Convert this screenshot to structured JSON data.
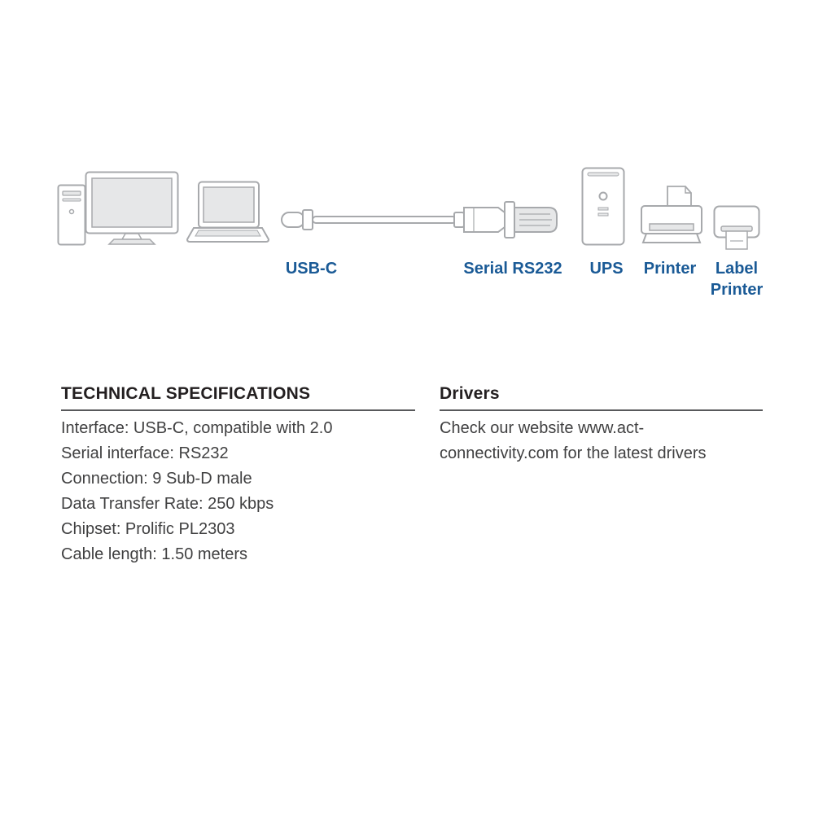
{
  "diagram": {
    "labels": {
      "usb_c": "USB-C",
      "serial": "Serial RS232",
      "ups": "UPS",
      "printer": "Printer",
      "label_printer": "Label Printer"
    }
  },
  "specs": {
    "title": "TECHNICAL SPECIFICATIONS",
    "items": [
      "Interface: USB-C, compatible with 2.0",
      "Serial interface: RS232",
      "Connection: 9 Sub-D male",
      "Data Transfer Rate: 250 kbps",
      "Chipset: Prolific PL2303",
      "Cable length: 1.50 meters"
    ]
  },
  "drivers": {
    "title": "Drivers",
    "text": "Check our website www.act-connectivity.com for the latest drivers"
  },
  "colors": {
    "label_blue": "#1a5a96",
    "heading_text": "#231f20",
    "body_text": "#404041",
    "line_gray": "#a7a9ac",
    "fill_gray": "#e6e7e8",
    "rule_gray": "#58595b"
  }
}
